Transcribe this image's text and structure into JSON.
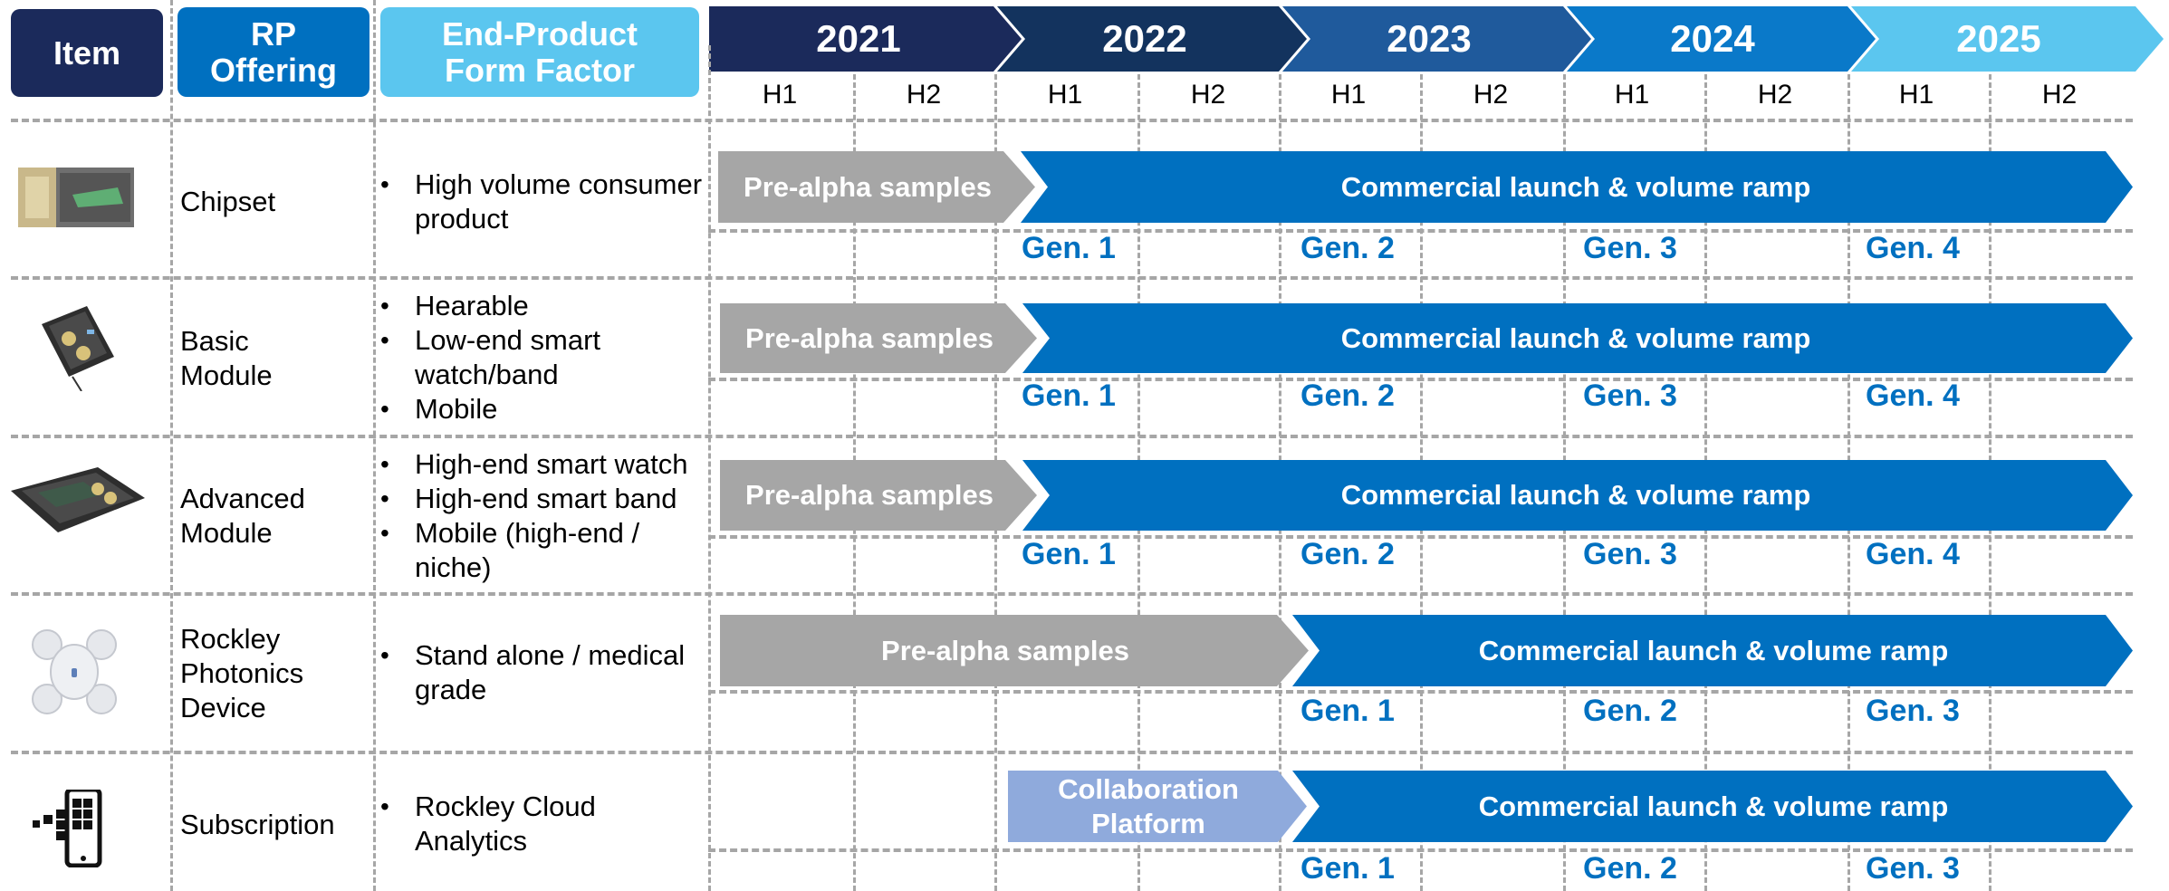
{
  "headers": {
    "item": "Item",
    "rp_offering": "RP Offering",
    "form_factor": "End-Product Form Factor"
  },
  "years": [
    "2021",
    "2022",
    "2023",
    "2024",
    "2025"
  ],
  "halves": [
    "H1",
    "H2",
    "H1",
    "H2",
    "H1",
    "H2",
    "H1",
    "H2",
    "H1",
    "H2"
  ],
  "colors": {
    "navy": "#1b2a5b",
    "blue_header": "#0070c0",
    "light_blue_header": "#5bc6ef",
    "commercial_blue": "#0070c0",
    "grey": "#a6a6a6",
    "collab": "#8faadc",
    "gen_text": "#0070c0"
  },
  "rows": [
    {
      "icon": "chipset-image",
      "offering": "Chipset",
      "bullets": [
        "High volume consumer product"
      ],
      "pre_label": "Pre-alpha samples",
      "commercial_label": "Commercial launch & volume ramp",
      "gens": [
        "Gen. 1",
        "Gen. 2",
        "Gen. 3",
        "Gen. 4"
      ]
    },
    {
      "icon": "basic-module-image",
      "offering": "Basic Module",
      "bullets": [
        "Hearable",
        "Low-end smart watch/band",
        "Mobile"
      ],
      "pre_label": "Pre-alpha samples",
      "commercial_label": "Commercial launch & volume ramp",
      "gens": [
        "Gen. 1",
        "Gen. 2",
        "Gen. 3",
        "Gen. 4"
      ]
    },
    {
      "icon": "advanced-module-image",
      "offering": "Advanced Module",
      "bullets": [
        "High-end smart watch",
        "High-end smart band",
        "Mobile (high-end / niche)"
      ],
      "pre_label": "Pre-alpha samples",
      "commercial_label": "Commercial launch & volume ramp",
      "gens": [
        "Gen. 1",
        "Gen. 2",
        "Gen. 3",
        "Gen. 4"
      ]
    },
    {
      "icon": "device-image",
      "offering": "Rockley Photonics Device",
      "bullets": [
        "Stand alone / medical grade"
      ],
      "pre_label": "Pre-alpha samples",
      "commercial_label": "Commercial launch & volume ramp",
      "gens": [
        "Gen. 1",
        "Gen. 2",
        "Gen. 3"
      ]
    },
    {
      "icon": "cloud-analytics-icon",
      "offering": "Subscription",
      "bullets": [
        "Rockley Cloud Analytics"
      ],
      "pre_label": "Collaboration Platform",
      "commercial_label": "Commercial launch & volume ramp",
      "gens": [
        "Gen. 1",
        "Gen. 2",
        "Gen. 3"
      ]
    }
  ]
}
